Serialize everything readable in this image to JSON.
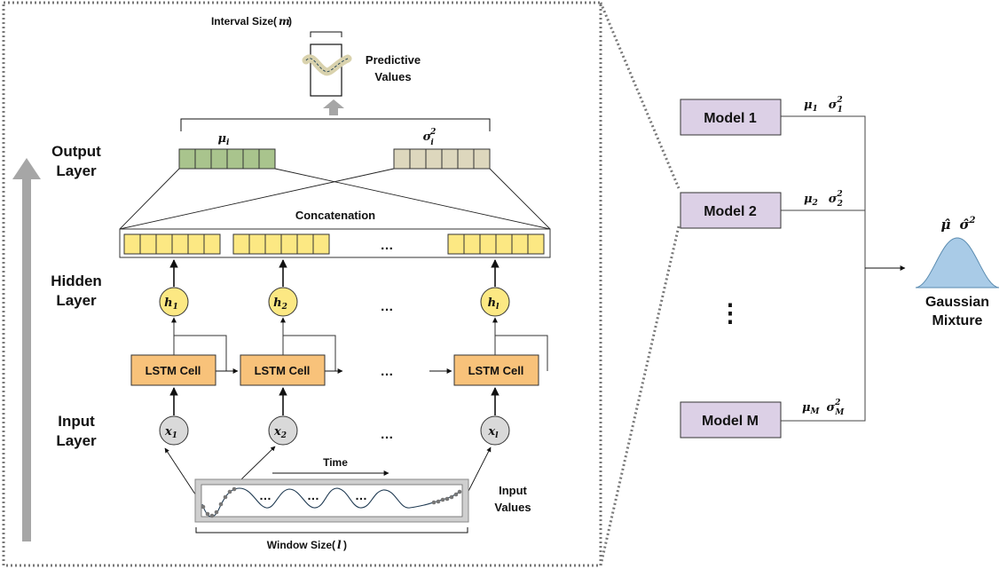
{
  "labels": {
    "interval_size": "Interval Size(",
    "interval_var": "m",
    "interval_close": ")",
    "predictive_values": [
      "Predictive",
      "Values"
    ],
    "output_layer": [
      "Output",
      "Layer"
    ],
    "hidden_layer": [
      "Hidden",
      "Layer"
    ],
    "input_layer": [
      "Input",
      "Layer"
    ],
    "concatenation": "Concatenation",
    "time": "Time",
    "input_values": [
      "Input",
      "Values"
    ],
    "window_size": "Window Size(",
    "window_var": "l",
    "window_close": ")",
    "ellipsis": "…",
    "vertical_ellipsis": "⋮"
  },
  "output_heads": {
    "mu": {
      "sym": "μ",
      "sub": "i"
    },
    "sigma": {
      "sym": "σ",
      "sub": "i",
      "sup": "2"
    }
  },
  "lstm_cell_label": "LSTM Cell",
  "hidden_nodes": [
    {
      "sym": "h",
      "sub": "1"
    },
    {
      "sym": "h",
      "sub": "2"
    },
    {
      "sym": "h",
      "sub": "l"
    }
  ],
  "input_nodes": [
    {
      "sym": "x",
      "sub": "1"
    },
    {
      "sym": "x",
      "sub": "2"
    },
    {
      "sym": "x",
      "sub": "l"
    }
  ],
  "models": [
    {
      "label": "Model 1",
      "mu_sub": "1",
      "sigma_sub": "1"
    },
    {
      "label": "Model 2",
      "mu_sub": "2",
      "sigma_sub": "2"
    },
    {
      "label": "Model M",
      "mu_sub": "M",
      "sigma_sub": "M"
    }
  ],
  "mixture": {
    "mu_hat": "μ̂",
    "sigma_hat": "σ̂",
    "sigma_sup": "2",
    "label": [
      "Gaussian",
      "Mixture"
    ]
  },
  "colors": {
    "green": "#a9c48d",
    "beige": "#ddd7bd",
    "yellow": "#fce883",
    "orange": "#f8c27a",
    "lavender": "#dcd0e6",
    "gaussian": "#a9cbe7",
    "gray_arrow": "#a6a6a6"
  }
}
